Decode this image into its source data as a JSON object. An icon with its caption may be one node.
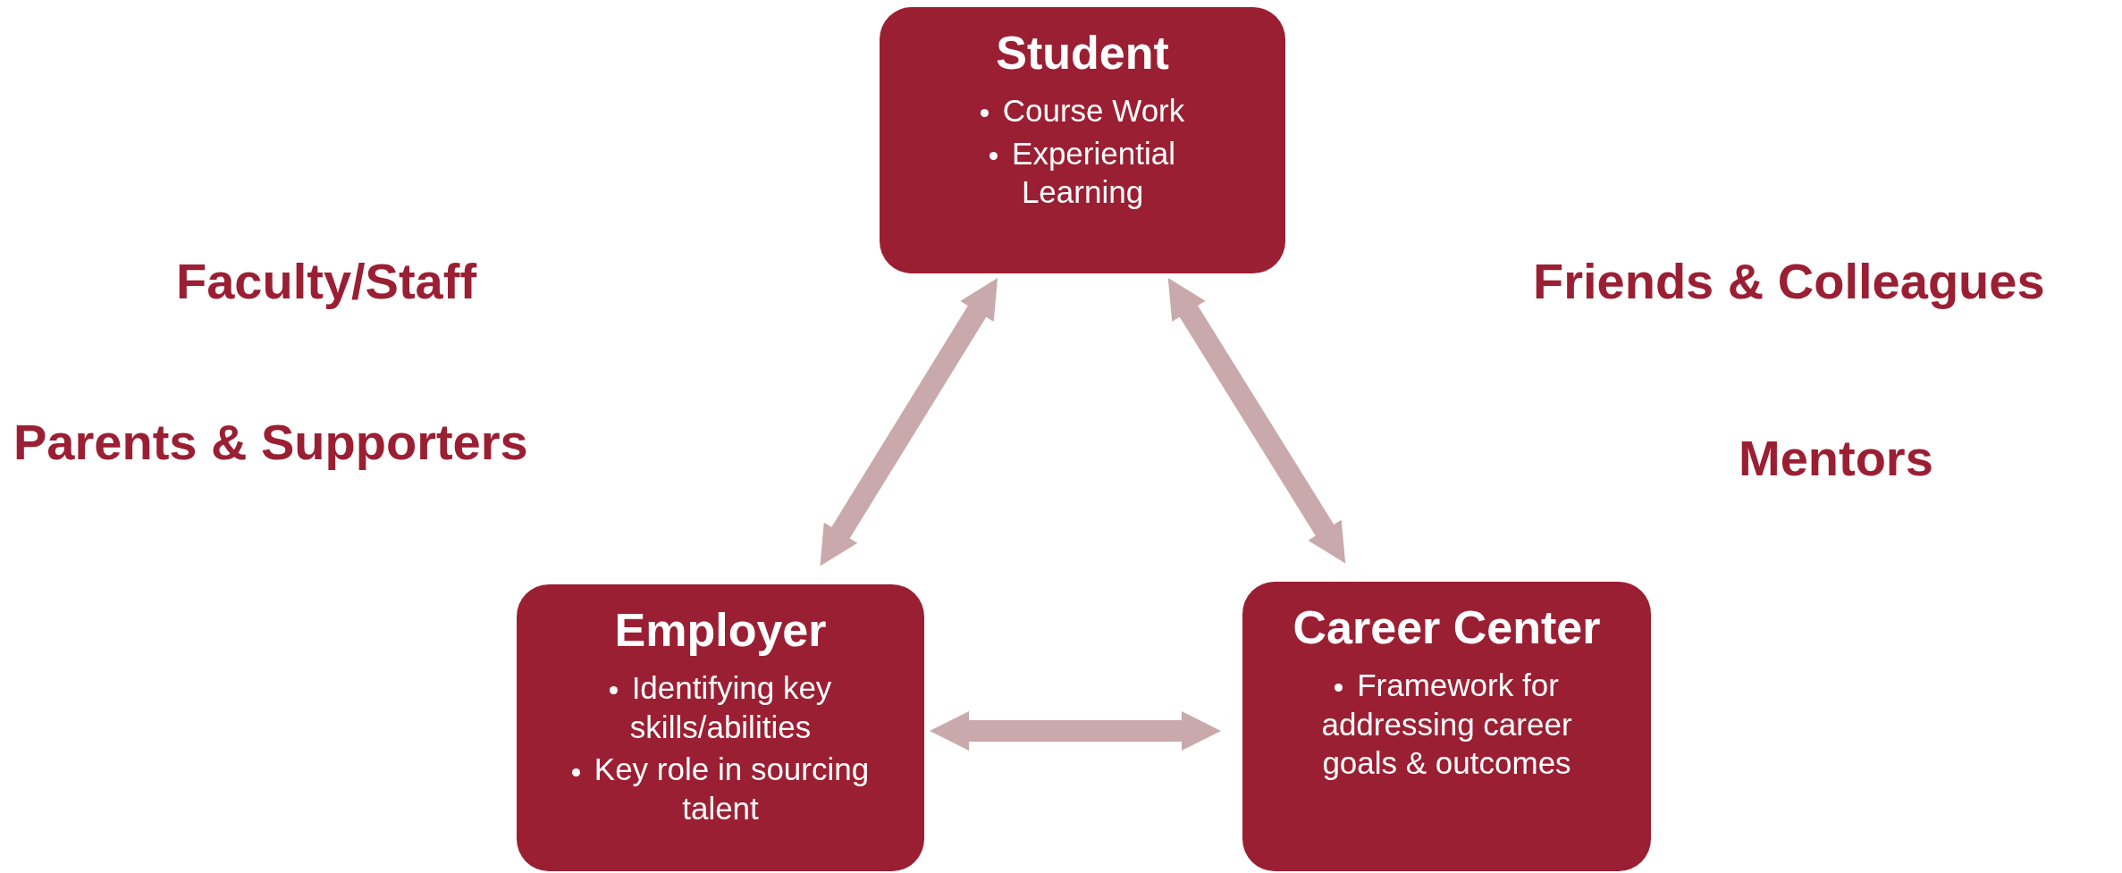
{
  "diagram": {
    "nodes": [
      {
        "text": [
          "Student",
          "Course Work",
          "Experiential Learning"
        ]
      },
      {
        "text": [
          "Employer",
          "Identifying key skills/abilities",
          "Key role in sourcing talent"
        ]
      },
      {
        "text": [
          "Career Center",
          "Framework for addressing career goals & outcomes"
        ]
      }
    ],
    "edges": [
      {
        "from": 0,
        "to": 1,
        "arrow": "both"
      },
      {
        "from": 0,
        "to": 2,
        "arrow": "both"
      },
      {
        "from": 1,
        "to": 2,
        "arrow": "both"
      }
    ],
    "labels": [
      "Faculty/Staff",
      "Friends & Colleagues",
      "Parents & Supporters",
      "Mentors"
    ]
  }
}
